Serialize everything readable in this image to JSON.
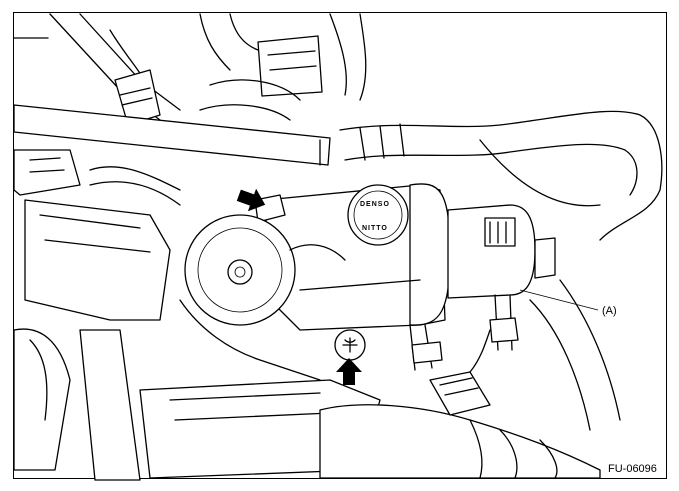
{
  "diagram": {
    "labels": {
      "callout_a": "(A)",
      "figure_code": "FU-06096",
      "stamp_top": "DENSO",
      "stamp_bottom": "NITTO"
    },
    "colors": {
      "line": "#000000",
      "background": "#ffffff"
    }
  }
}
